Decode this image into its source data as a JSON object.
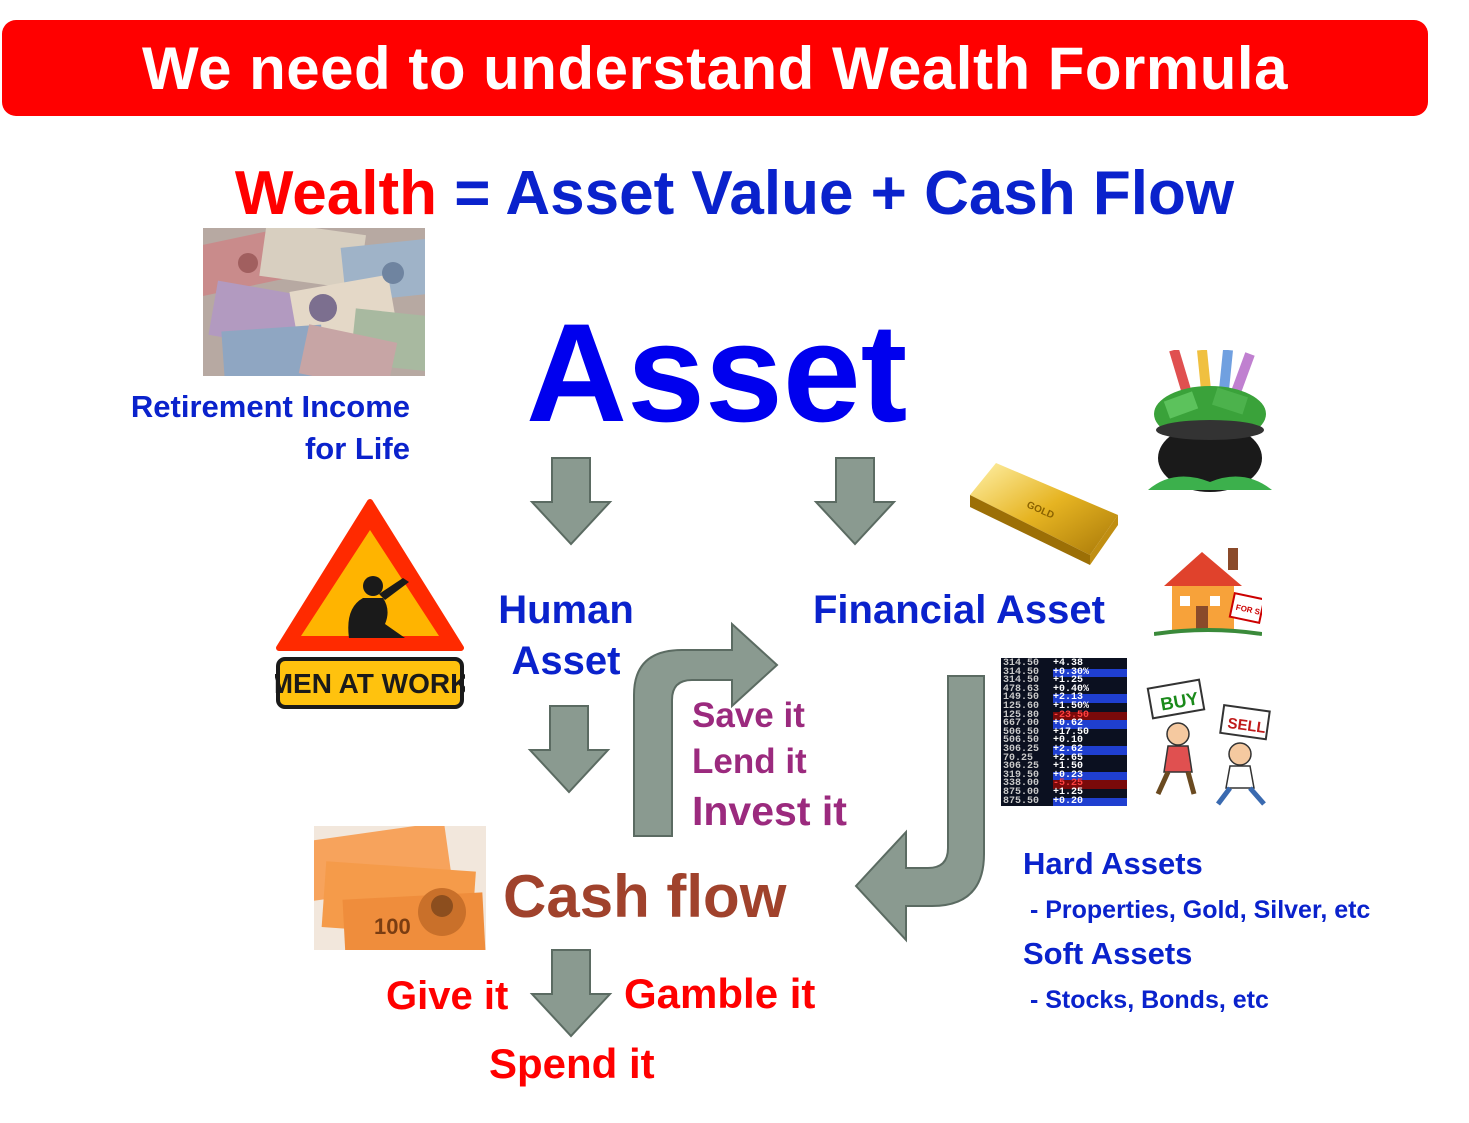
{
  "title": "We need to understand Wealth Formula",
  "formula": {
    "lhs": "Wealth",
    "eq": " = ",
    "rhs": "Asset Value + Cash Flow"
  },
  "asset": "Asset",
  "retirement": {
    "line1": "Retirement Income",
    "line2": "for Life"
  },
  "sign_text": "MEN AT WORK",
  "human_asset": {
    "line1": "Human",
    "line2": "Asset"
  },
  "financial_asset": "Financial Asset",
  "cash_flow": "Cash flow",
  "uses_positive": [
    "Save it",
    "Lend it",
    "Invest it"
  ],
  "uses_negative": {
    "give": "Give it",
    "gamble": "Gamble it",
    "spend": "Spend it"
  },
  "asset_types": {
    "hard_title": "Hard Assets",
    "hard_detail": " - Properties, Gold, Silver, etc",
    "soft_title": "Soft Assets",
    "soft_detail": " - Stocks, Bonds, etc"
  },
  "icons": {
    "buy": "BUY",
    "sell": "SELL",
    "for_sale": "FOR SALE",
    "gold": "GOLD",
    "banknote": "100"
  },
  "ticker_values": [
    "+4.38",
    "+0.30%",
    "+1.25",
    "+0.40%",
    "+2.13",
    "+1.50%",
    "-23.50",
    "+0.62",
    "+17.50",
    "+0.10",
    "+2.62",
    "+2.65",
    "+1.50",
    "+0.23",
    "-5.25",
    "+1.25",
    "+0.20"
  ],
  "colors": {
    "red": "#ff0000",
    "blue": "#0000ee",
    "navy": "#0a22cc",
    "brown": "#a0422c",
    "purple": "#9b2a7e",
    "arrow": "#8a9a90",
    "arrow_stroke": "#5b6b62"
  }
}
